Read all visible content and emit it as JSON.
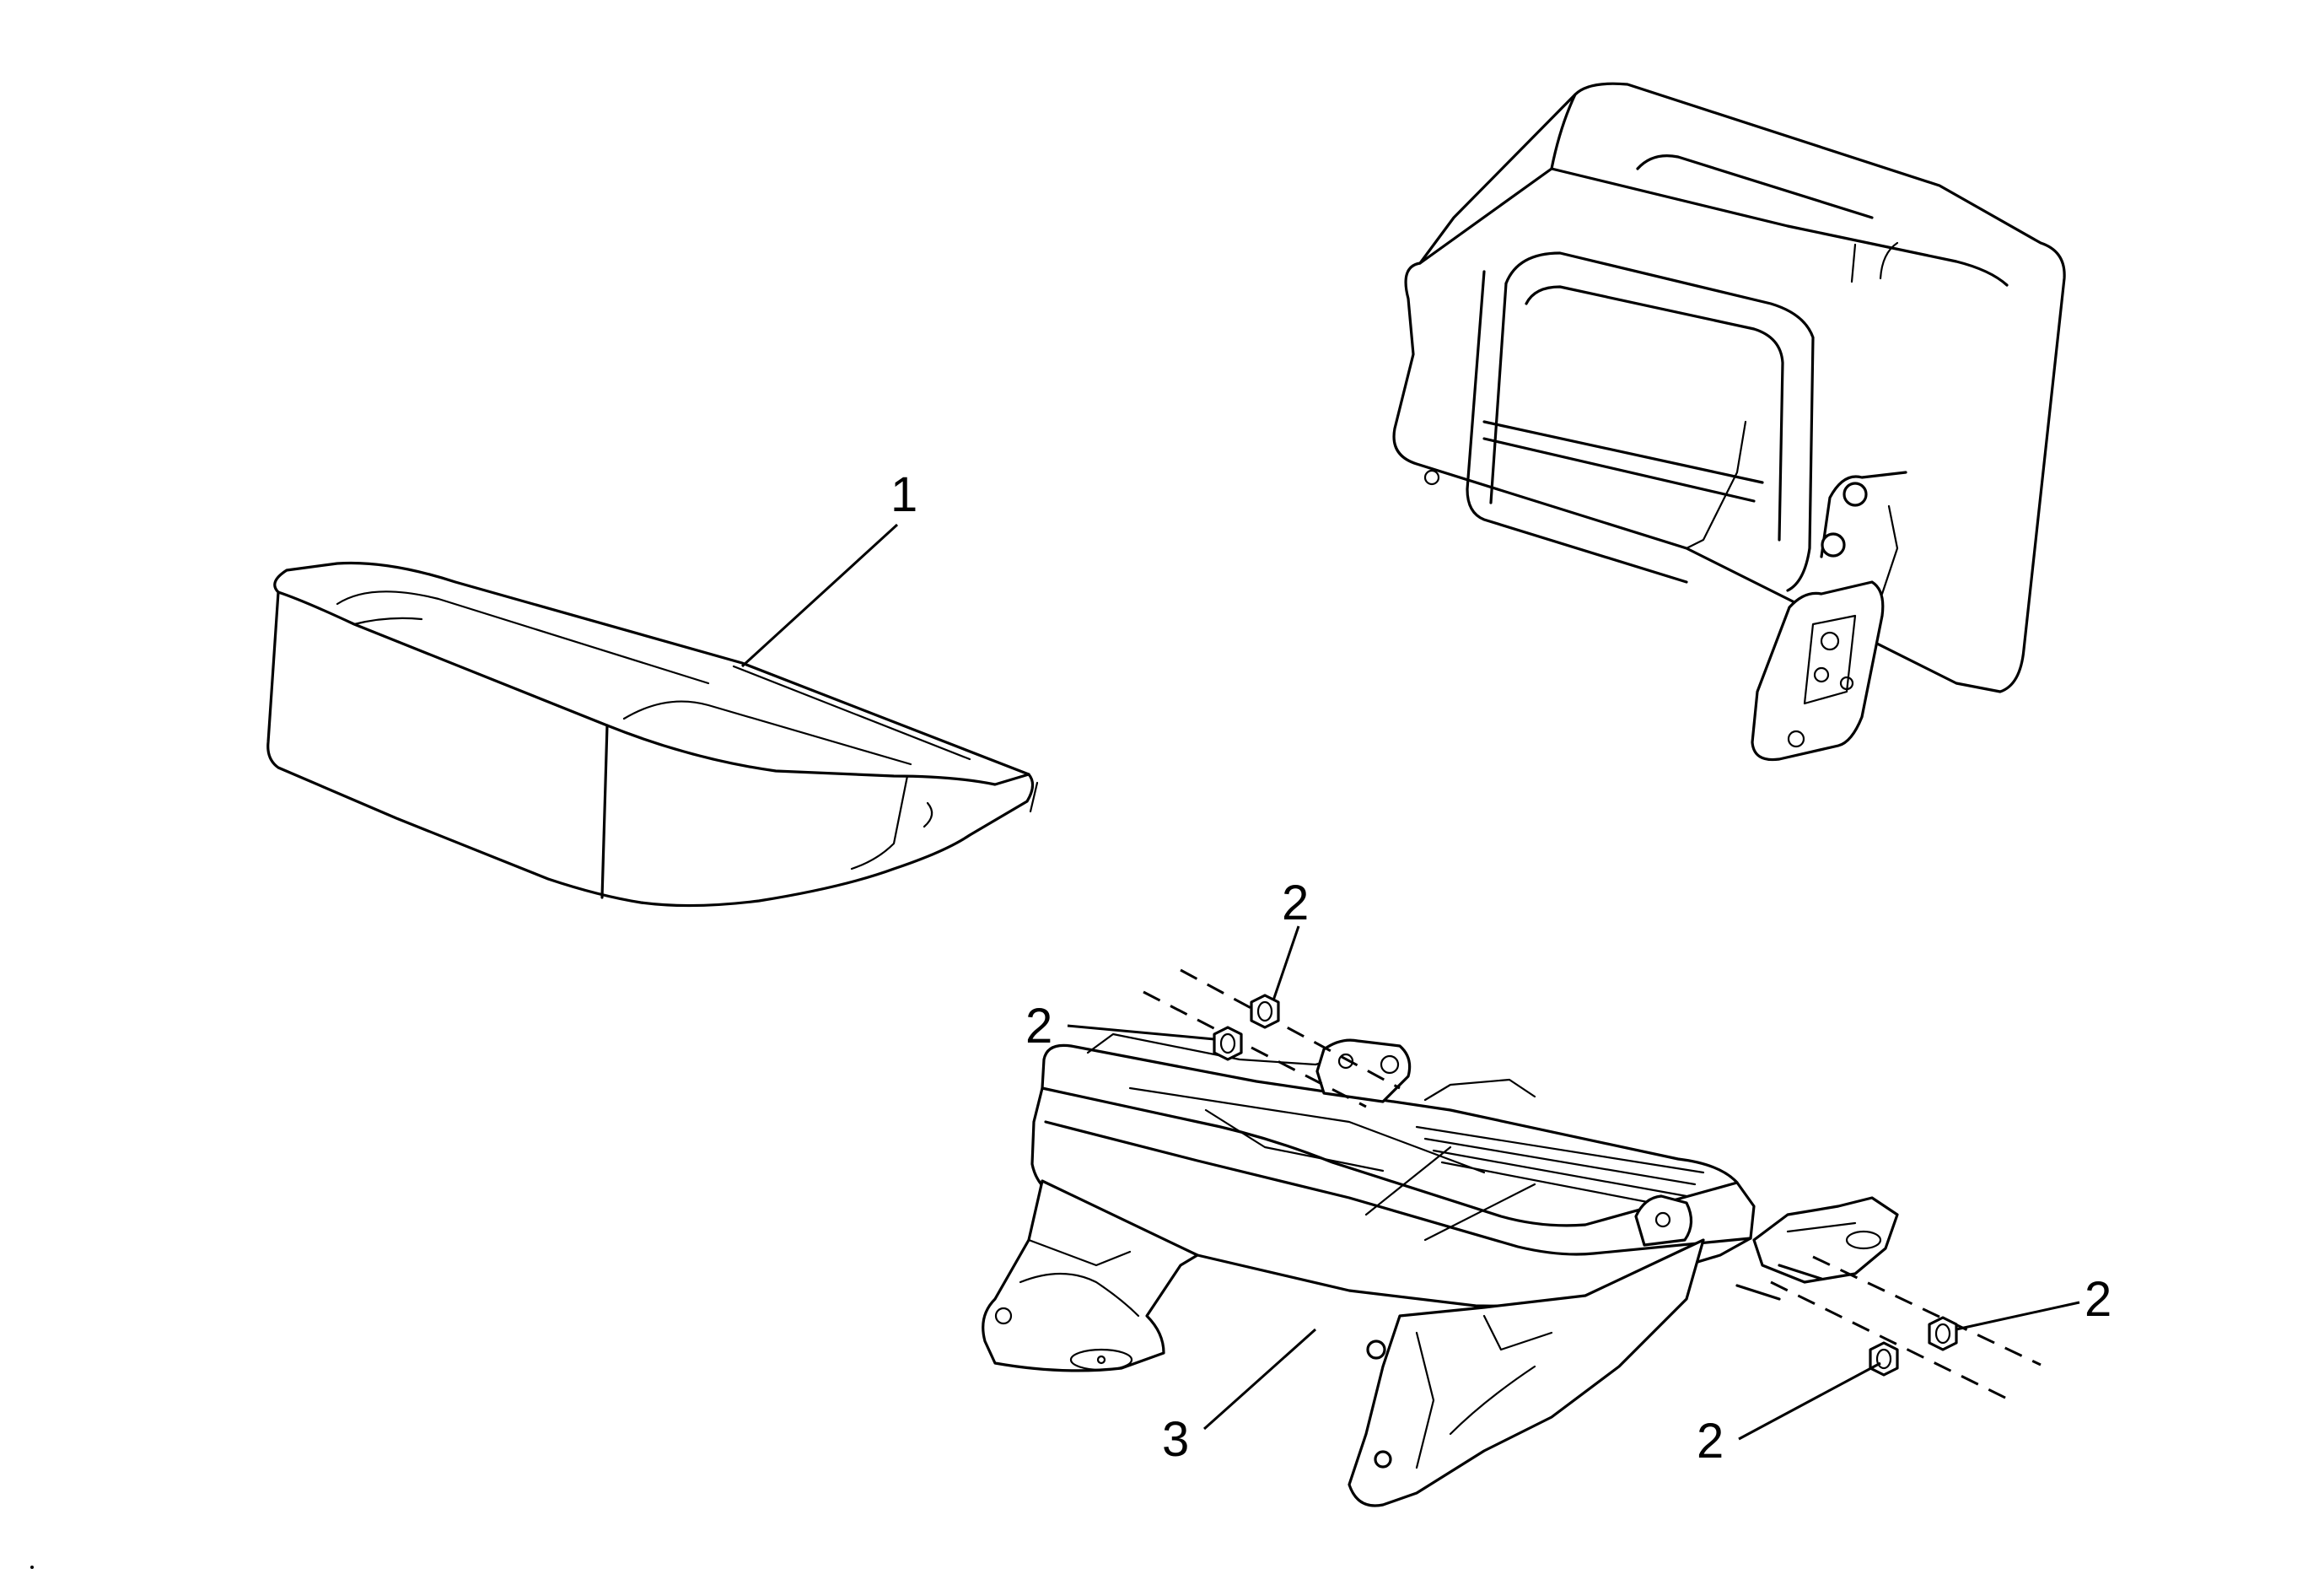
{
  "callouts": [
    {
      "id": "seat-cushion",
      "label": "1"
    },
    {
      "id": "nut-a",
      "label": "2"
    },
    {
      "id": "nut-b",
      "label": "2"
    },
    {
      "id": "nut-c",
      "label": "2"
    },
    {
      "id": "nut-d",
      "label": "2"
    },
    {
      "id": "seat-frame",
      "label": "3"
    }
  ],
  "icons": {
    "cushion": "seat-cushion-drawing",
    "seatback": "seatback-drawing",
    "frame": "seat-frame-drawing",
    "nut": "hex-nut-drawing"
  }
}
